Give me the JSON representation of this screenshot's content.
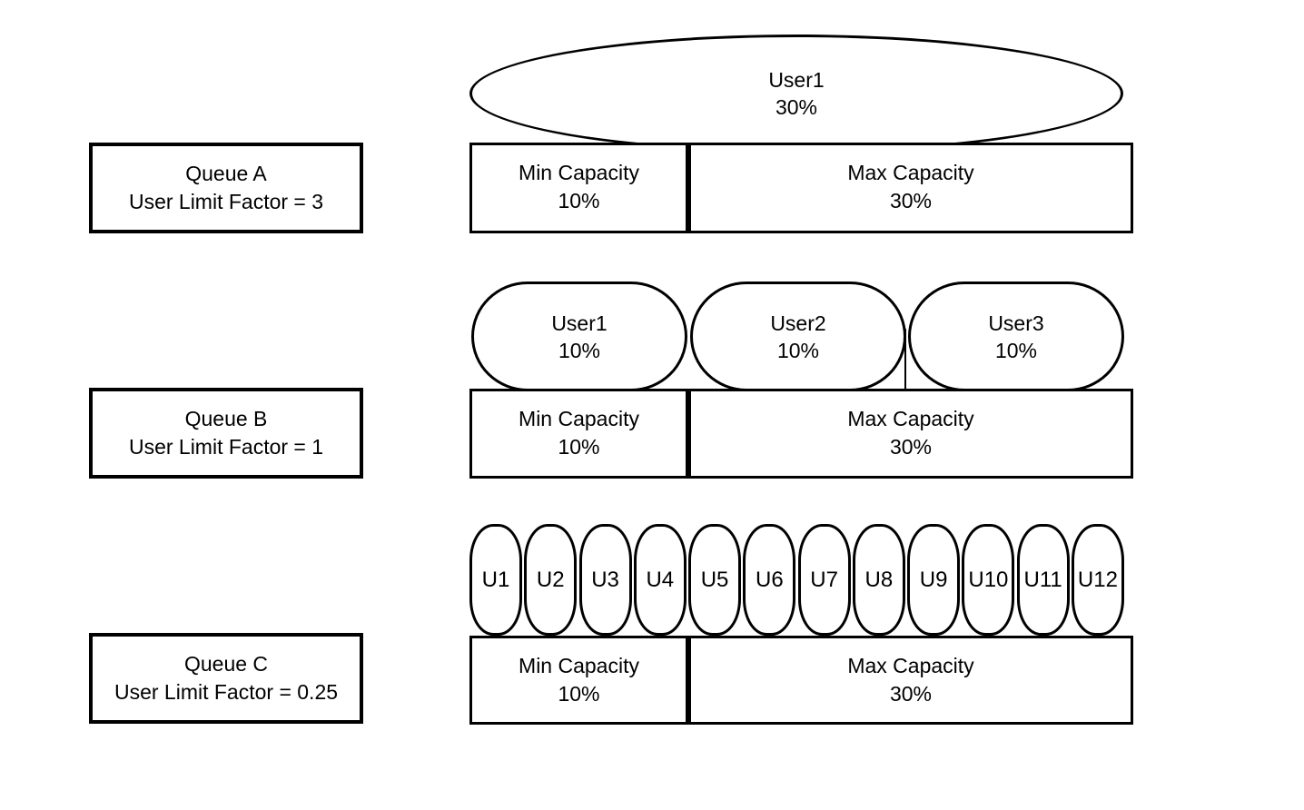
{
  "diagram": {
    "title_hint": "YARN queue user-limit-factor capacity diagram",
    "colors": {
      "stroke": "#000000",
      "fill": "#ffffff",
      "text": "#000000"
    },
    "rows": [
      {
        "id": "queue-a",
        "label": {
          "line1": "Queue A",
          "line2": "User Limit Factor = 3"
        },
        "users": [
          {
            "name": "User1",
            "pct": "30%"
          }
        ],
        "min": {
          "line1": "Min Capacity",
          "line2": "10%"
        },
        "max": {
          "line1": "Max Capacity",
          "line2": "30%"
        }
      },
      {
        "id": "queue-b",
        "label": {
          "line1": "Queue B",
          "line2": "User Limit Factor = 1"
        },
        "users": [
          {
            "name": "User1",
            "pct": "10%"
          },
          {
            "name": "User2",
            "pct": "10%"
          },
          {
            "name": "User3",
            "pct": "10%"
          }
        ],
        "min": {
          "line1": "Min Capacity",
          "line2": "10%"
        },
        "max": {
          "line1": "Max Capacity",
          "line2": "30%"
        }
      },
      {
        "id": "queue-c",
        "label": {
          "line1": "Queue C",
          "line2": "User Limit Factor = 0.25"
        },
        "users": [
          {
            "name": "U1"
          },
          {
            "name": "U2"
          },
          {
            "name": "U3"
          },
          {
            "name": "U4"
          },
          {
            "name": "U5"
          },
          {
            "name": "U6"
          },
          {
            "name": "U7"
          },
          {
            "name": "U8"
          },
          {
            "name": "U9"
          },
          {
            "name": "U10"
          },
          {
            "name": "U11"
          },
          {
            "name": "U12"
          }
        ],
        "min": {
          "line1": "Min Capacity",
          "line2": "10%"
        },
        "max": {
          "line1": "Max Capacity",
          "line2": "30%"
        }
      }
    ]
  }
}
